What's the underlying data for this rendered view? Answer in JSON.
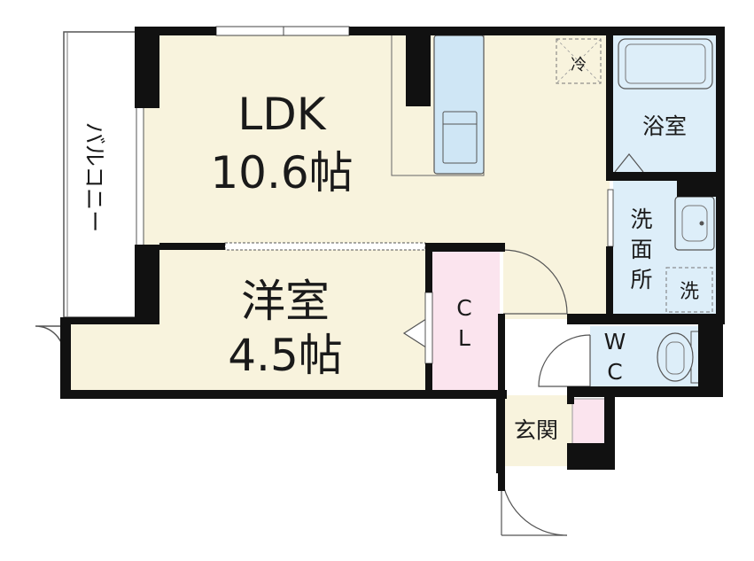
{
  "rooms": {
    "ldk": {
      "name": "LDK",
      "size": "10.6帖",
      "color": "#f8f3dd"
    },
    "western": {
      "name": "洋室",
      "size": "4.5帖",
      "color": "#f8f3dd"
    },
    "closet": {
      "line1": "C",
      "line2": "L",
      "color": "#fbe4ee"
    },
    "bath": {
      "name": "浴室",
      "color": "#ddeef9"
    },
    "washroom": {
      "line1": "洗",
      "line2": "面",
      "line3": "所",
      "color": "#ddeef9"
    },
    "toilet": {
      "line1": "W",
      "line2": "C",
      "color": "#ddeef9"
    },
    "entrance": {
      "name": "玄関",
      "color": "#f8f3dd"
    },
    "balcony": {
      "name": "バルコニー"
    }
  },
  "symbols": {
    "fridge": "冷",
    "washer": "洗"
  },
  "colors": {
    "wall": "#111111",
    "kitchen": "#cfe6f5",
    "shoebox": "#fbe4ee"
  }
}
